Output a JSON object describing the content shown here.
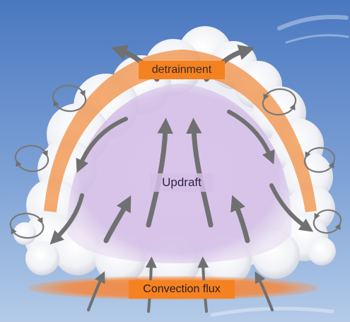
{
  "labels": {
    "detrainment": "detrainment",
    "updraft": "Updraft",
    "convection_flux": "Convection flux"
  },
  "icons": [
    "updraft-arrow-icon",
    "detrainment-arrow-icon",
    "entrainment-eddy-icon",
    "inflow-arrow-icon"
  ],
  "colors": {
    "sky_top": "#4f7dc2",
    "sky_bottom": "#a9c4e6",
    "cloud": "#f4f5f8",
    "cloud_shadow": "#c9ccd6",
    "updraft_region": "#d8c4ea",
    "detrainment_band": "#f08a3c",
    "convection_flux_band": "#f58220",
    "arrow": "#707070"
  }
}
